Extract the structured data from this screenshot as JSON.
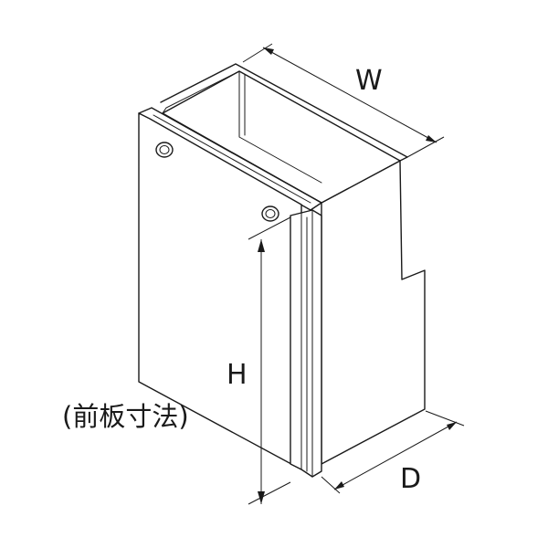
{
  "labels": {
    "width": "W",
    "height": "H",
    "depth": "D",
    "height_note": "(前板寸法)"
  }
}
